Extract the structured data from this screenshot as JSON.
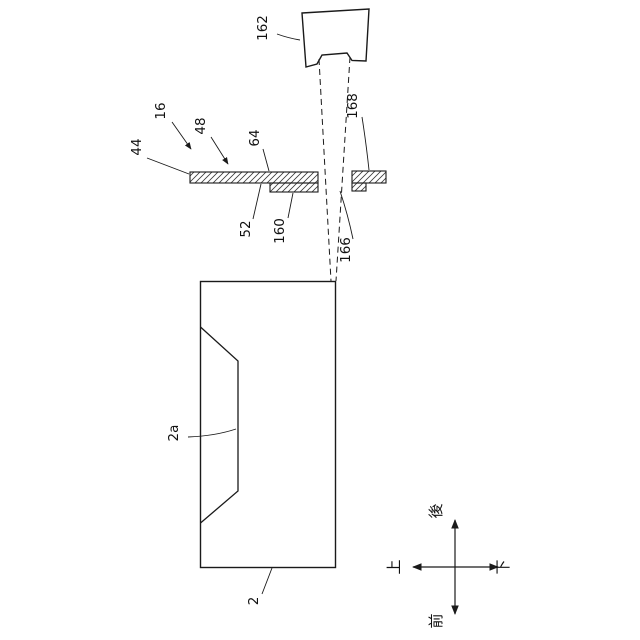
{
  "figure": {
    "labels": {
      "ref162": "162",
      "ref168": "168",
      "ref16": "16",
      "ref48": "48",
      "ref44": "44",
      "ref64": "64",
      "ref52": "52",
      "ref160": "160",
      "ref166": "166",
      "ref2a": "2a",
      "ref2": "2"
    },
    "axis": {
      "rear": "後",
      "up": "上",
      "down": "下",
      "front": "前"
    },
    "colors": {
      "line": "#1a1a1a",
      "background": "#ffffff"
    }
  }
}
